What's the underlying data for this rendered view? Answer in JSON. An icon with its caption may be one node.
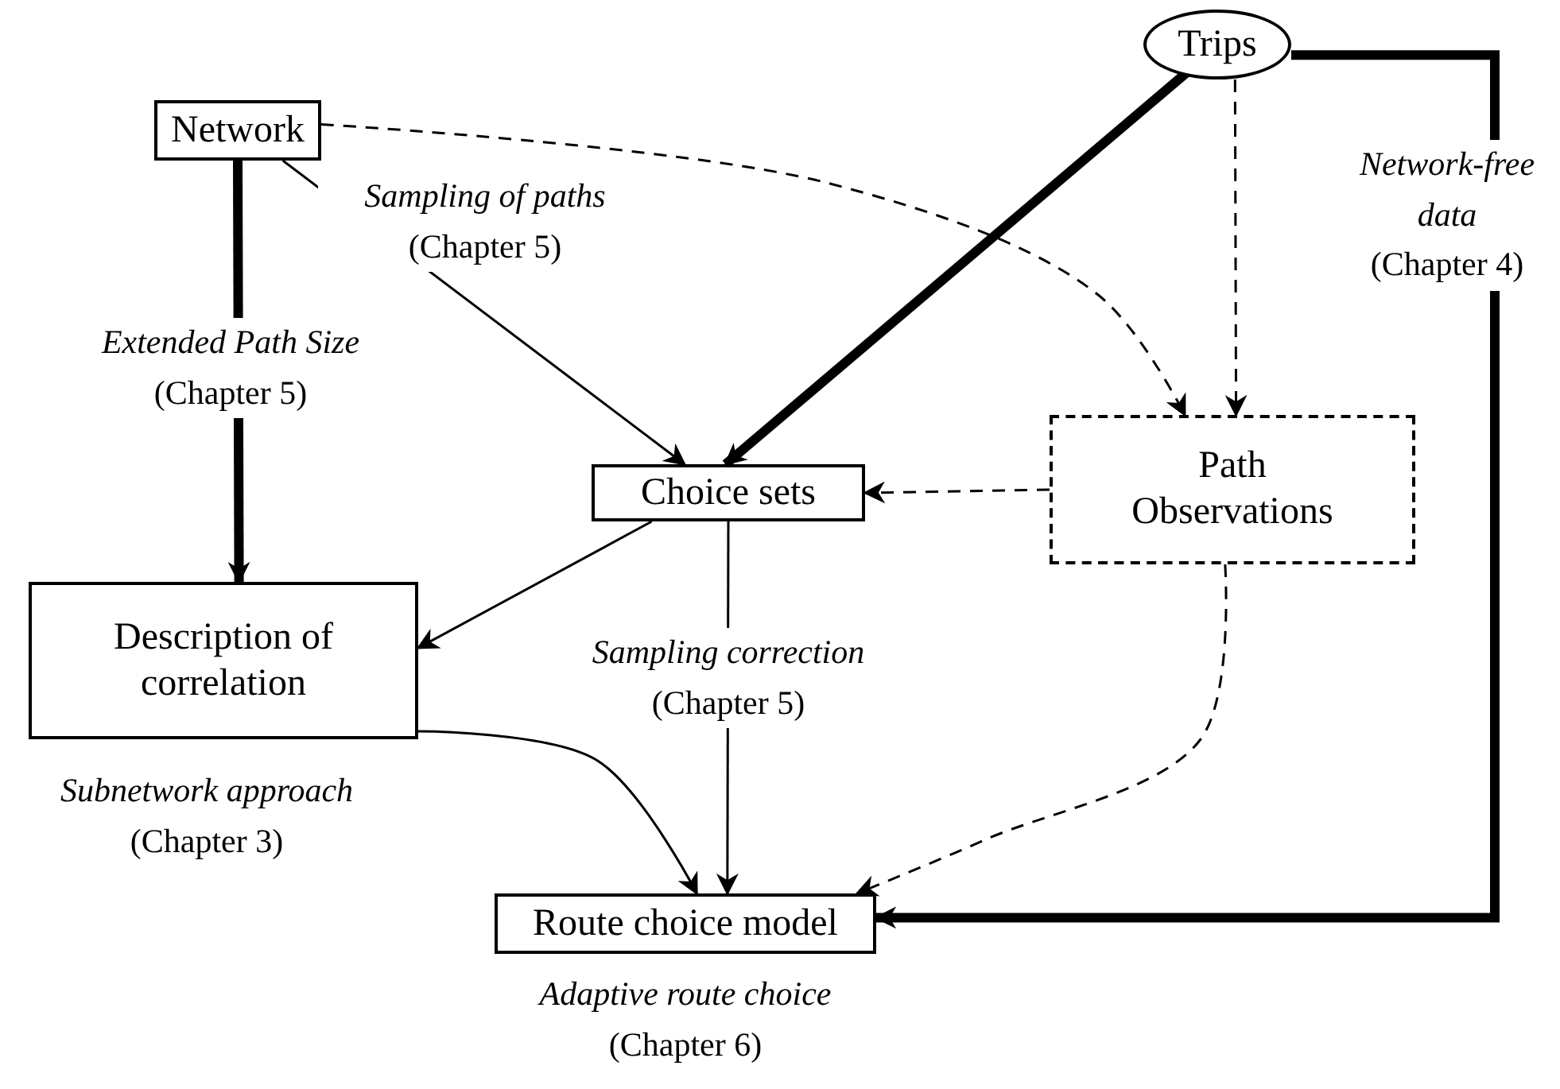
{
  "diagram": {
    "nodes": [
      {
        "text": [
          "Network"
        ]
      },
      {
        "text": [
          "Trips"
        ]
      },
      {
        "text": [
          "Choice sets"
        ]
      },
      {
        "text": [
          "Path Observations"
        ]
      },
      {
        "text": [
          "Description of correlation"
        ],
        "beside": [
          "*Subnetwork approach* (Chapter 3)"
        ]
      },
      {
        "text": [
          "Route choice model"
        ],
        "beside": [
          "*Adaptive route choice* (Chapter 6)"
        ]
      }
    ],
    "edges": [
      {
        "from": 0,
        "to": 3,
        "arrow": "to",
        "style": "dashed"
      },
      {
        "from": 0,
        "to": 4,
        "arrow": "to",
        "style": "thick",
        "label": "*Extended Path Size* (Chapter 5)"
      },
      {
        "from": 0,
        "to": 2,
        "arrow": "to",
        "label": "*Sampling of paths* (Chapter 5)"
      },
      {
        "from": 1,
        "to": 2,
        "arrow": "to",
        "style": "thick"
      },
      {
        "from": 1,
        "to": 3,
        "arrow": "to",
        "style": "dashed"
      },
      {
        "from": 1,
        "to": 5,
        "arrow": "to",
        "style": "thick",
        "label": "*Network-free data* (Chapter 4)"
      },
      {
        "from": 3,
        "to": 2,
        "arrow": "to",
        "style": "dashed"
      },
      {
        "from": 2,
        "to": 4,
        "arrow": "to"
      },
      {
        "from": 2,
        "to": 5,
        "arrow": "to",
        "label": "*Sampling correction* (Chapter 5)"
      },
      {
        "from": 3,
        "to": 5,
        "arrow": "to",
        "style": "dashed"
      },
      {
        "from": 4,
        "to": 5,
        "arrow": "to"
      }
    ]
  }
}
